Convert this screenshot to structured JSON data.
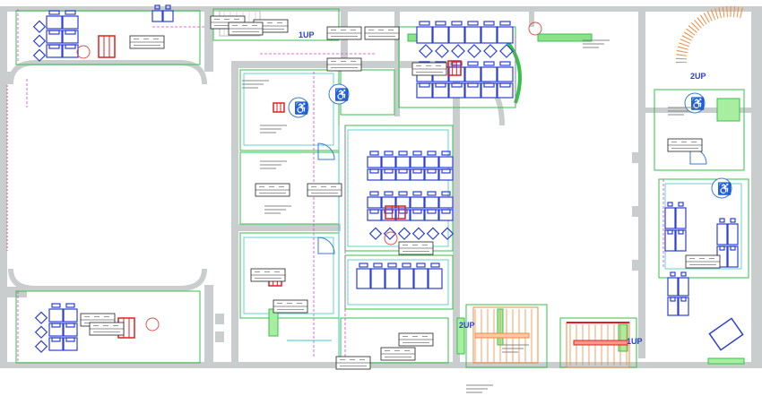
{
  "plan": {
    "stair_labels": {
      "upper_middle": "1UP",
      "bottom_center": "2UP",
      "bottom_right": "1UP",
      "top_right": "2UP"
    },
    "colors": {
      "wall": "#c9cdcd",
      "desk": "#2b3fd4",
      "partition": "#35c24a",
      "dimension": "#e03fd6",
      "furniture_red": "#e02020",
      "stair": "#f08a3c",
      "door": "#3a7bd5"
    }
  }
}
